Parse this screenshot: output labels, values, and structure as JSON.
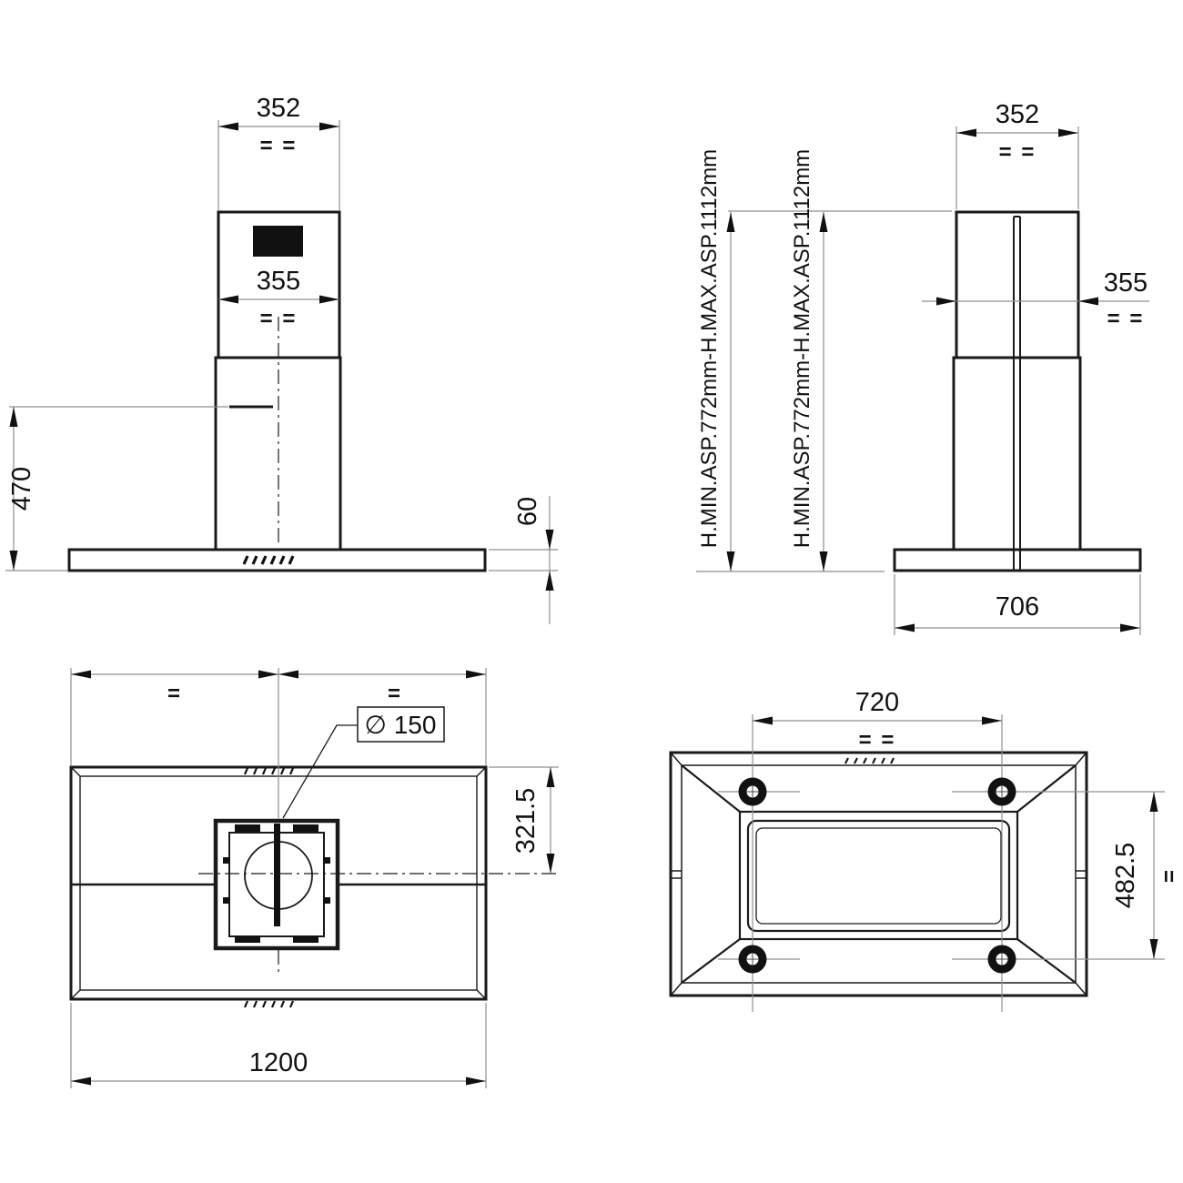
{
  "title": "Island cooker hood dimensional drawing",
  "colors": {
    "line": "#1a1a1a",
    "dim_line": "#8f8f8f",
    "background": "#ffffff",
    "text": "#111111"
  },
  "views": {
    "front": {
      "chimney_width_top": "352",
      "chimney_width_top_eq": "= =",
      "chimney_width_mid": "355",
      "chimney_width_mid_eq": "= =",
      "height_left": "470",
      "canopy_height": "60"
    },
    "side": {
      "chimney_width_top": "352",
      "chimney_width_top_eq": "= =",
      "chimney_depth_mid": "355",
      "chimney_depth_mid_eq": "= =",
      "canopy_depth": "706",
      "height_range_outer": "H.MIN.ASP.772mm-H.MAX.ASP.1112mm",
      "height_range_inner": "H.MIN.ASP.772mm-H.MAX.ASP.1112mm"
    },
    "top": {
      "half_width_left_eq": "=",
      "half_width_right_eq": "=",
      "duct_diameter": "∅ 150",
      "half_depth": "321.5",
      "total_width": "1200"
    },
    "bottom": {
      "mounting_width": "720",
      "mounting_width_eq": "= =",
      "mounting_depth": "482.5",
      "mounting_depth_eq": "="
    }
  }
}
